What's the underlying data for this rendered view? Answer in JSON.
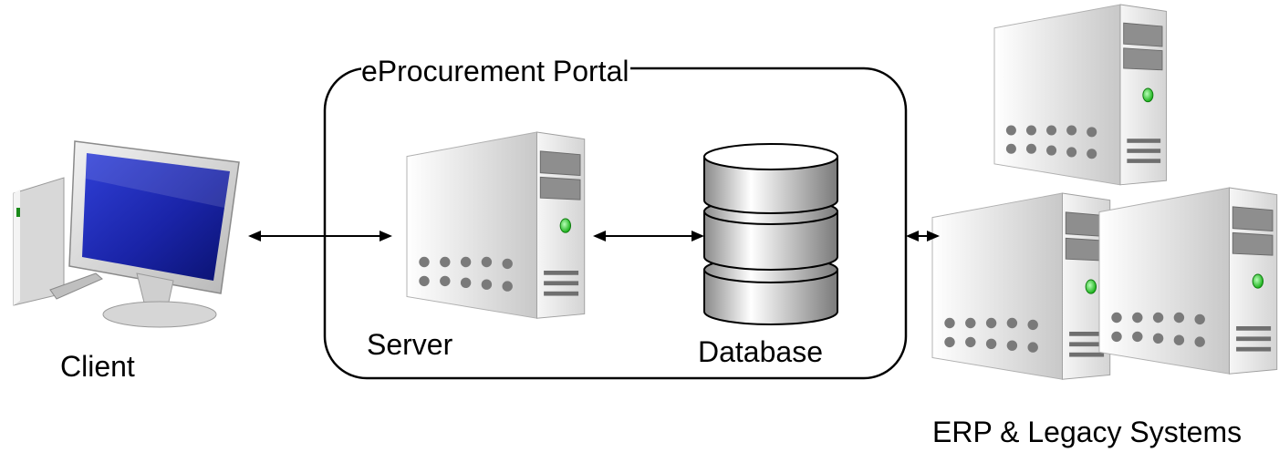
{
  "diagram": {
    "title": "eProcurement Portal",
    "nodes": {
      "client": {
        "label": "Client",
        "icon": "desktop-computer-icon"
      },
      "server": {
        "label": "Server",
        "icon": "server-tower-icon"
      },
      "database": {
        "label": "Database",
        "icon": "database-cylinder-icon"
      },
      "erp": {
        "label": "ERP & Legacy Systems",
        "icon": "server-tower-icon"
      }
    },
    "edges": [
      {
        "from": "client",
        "to": "server",
        "direction": "bidirectional"
      },
      {
        "from": "server",
        "to": "database",
        "direction": "bidirectional"
      },
      {
        "from": "eProcurement Portal",
        "to": "erp",
        "direction": "bidirectional"
      }
    ]
  },
  "colors": {
    "screen_blue": "#1c2fc8",
    "server_body": "#e6e6e6",
    "status_led": "#2fd12f",
    "outline": "#000000"
  }
}
